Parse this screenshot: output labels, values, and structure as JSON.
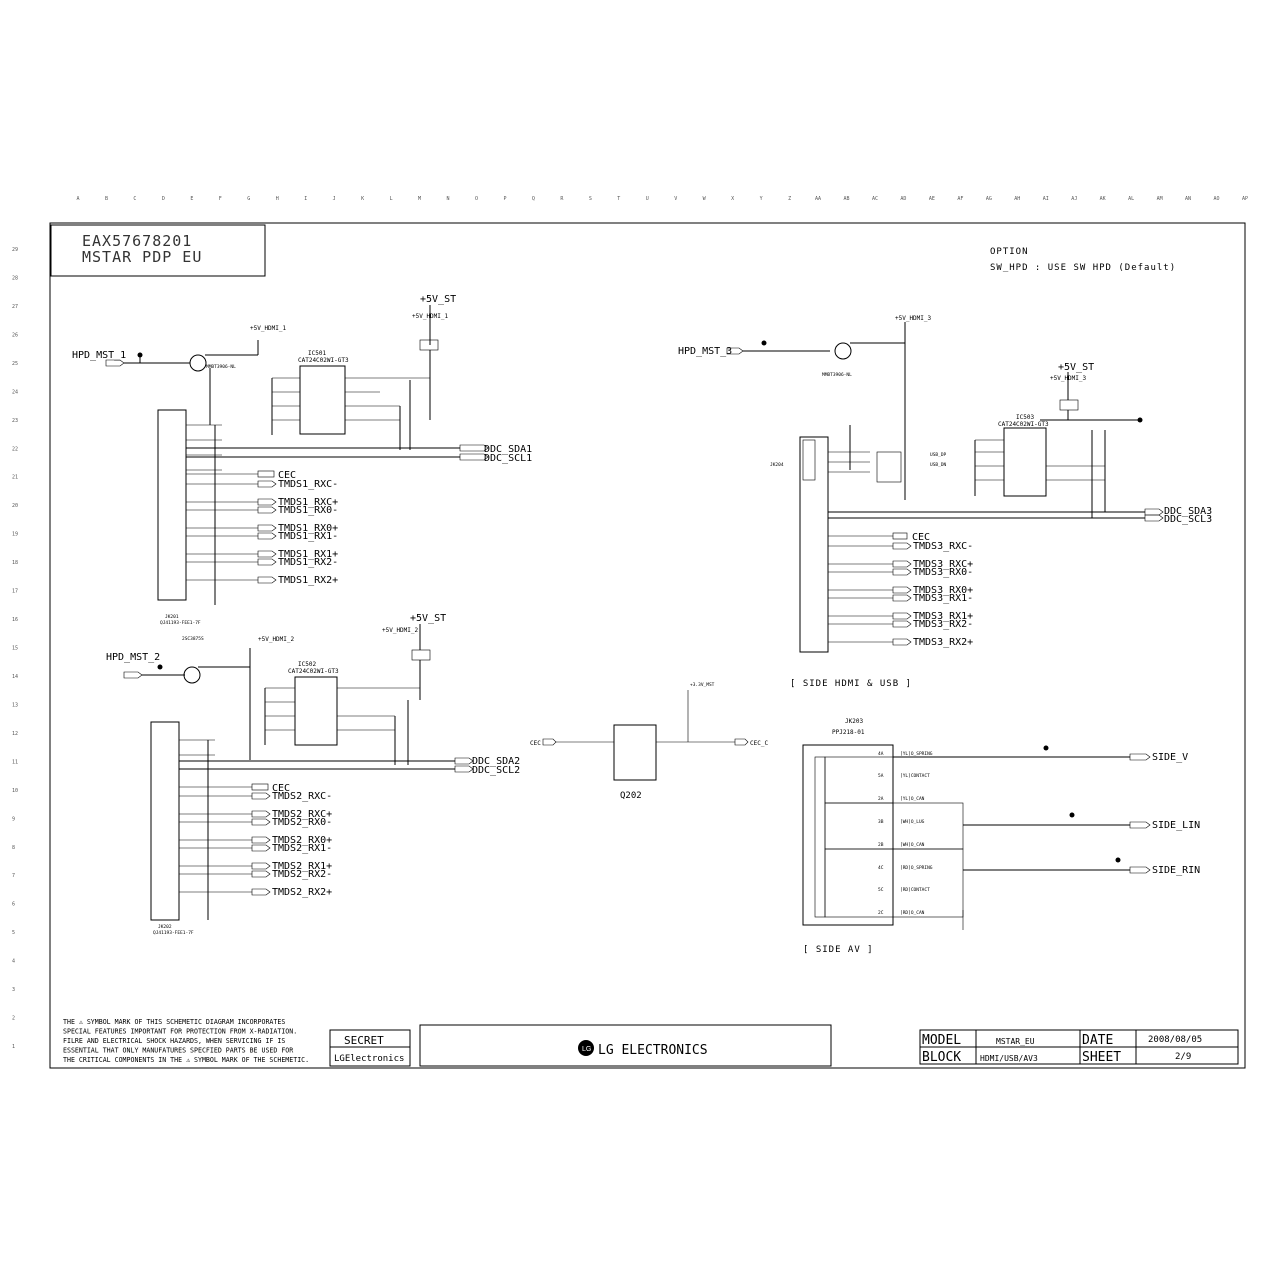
{
  "title_block": {
    "part_number": "EAX57678201",
    "project": "MSTAR PDP EU"
  },
  "option": {
    "heading": "OPTION",
    "text": "SW_HPD : USE SW HPD (Default)"
  },
  "grid": {
    "columns": [
      "A",
      "B",
      "C",
      "D",
      "E",
      "F",
      "G",
      "H",
      "I",
      "J",
      "K",
      "L",
      "M",
      "N",
      "O",
      "P",
      "Q",
      "R",
      "S",
      "T",
      "U",
      "V",
      "W",
      "X",
      "Y",
      "Z",
      "AA",
      "AB",
      "AC",
      "AD",
      "AE",
      "AF",
      "AG",
      "AH",
      "AI",
      "AJ",
      "AK",
      "AL",
      "AM",
      "AN",
      "AO",
      "AP"
    ],
    "rows": [
      "29",
      "28",
      "27",
      "26",
      "25",
      "24",
      "23",
      "22",
      "21",
      "20",
      "19",
      "18",
      "17",
      "16",
      "15",
      "14",
      "13",
      "12",
      "11",
      "10",
      "9",
      "8",
      "7",
      "6",
      "5",
      "4",
      "3",
      "2",
      "1"
    ]
  },
  "hdmi1": {
    "hpd": "HPD_MST_1",
    "supply": "+5V_ST",
    "supply_sub": "+5V_HDMI_1",
    "eeprom_ref": "IC501",
    "eeprom_part": "CAT24C02WI-GT3",
    "ddc_sda": "DDC_SDA1",
    "ddc_scl": "DDC_SCL1",
    "cec": "CEC",
    "tmds": [
      "TMDS1_RXC-",
      "TMDS1_RXC+",
      "TMDS1_RX0-",
      "TMDS1_RX0+",
      "TMDS1_RX1-",
      "TMDS1_RX1+",
      "TMDS1_RX2-",
      "TMDS1_RX2+"
    ],
    "connector_ref": "JK201",
    "connector_part": "QJ41193-FEE1-7F"
  },
  "hdmi2": {
    "hpd": "HPD_MST_2",
    "supply": "+5V_ST",
    "supply_sub": "+5V_HDMI_2",
    "eeprom_ref": "IC502",
    "eeprom_part": "CAT24C02WI-GT3",
    "ddc_sda": "DDC_SDA2",
    "ddc_scl": "DDC_SCL2",
    "cec": "CEC",
    "tmds": [
      "TMDS2_RXC-",
      "TMDS2_RXC+",
      "TMDS2_RX0-",
      "TMDS2_RX0+",
      "TMDS2_RX1-",
      "TMDS2_RX1+",
      "TMDS2_RX2-",
      "TMDS2_RX2+"
    ],
    "connector_ref": "JK202",
    "connector_part": "QJ41193-FEE1-7F"
  },
  "hdmi3": {
    "hpd": "HPD_MST_3",
    "supply": "+5V_ST",
    "supply_sub": "+5V_HDMI_3",
    "eeprom_ref": "IC503",
    "eeprom_part": "CAT24C02WI-GT3",
    "ddc_sda": "DDC_SDA3",
    "ddc_scl": "DDC_SCL3",
    "cec": "CEC",
    "tmds": [
      "TMDS3_RXC-",
      "TMDS3_RXC+",
      "TMDS3_RX0-",
      "TMDS3_RX0+",
      "TMDS3_RX1-",
      "TMDS3_RX1+",
      "TMDS3_RX2-",
      "TMDS3_RX2+"
    ],
    "connector_ref": "JK204",
    "section": "[ SIDE HDMI & USB ]"
  },
  "cec_block": {
    "in": "CEC",
    "out": "CEC_C",
    "supply": "+3.3V_MST",
    "ic_ref": "Q202"
  },
  "side_av": {
    "jack_ref": "JK203",
    "jack_part": "PPJ218-01",
    "pins": [
      {
        "num": "4A",
        "name": "[YL]O_SPRING"
      },
      {
        "num": "5A",
        "name": "[YL]CONTACT"
      },
      {
        "num": "2A",
        "name": "[YL]O_CAN"
      },
      {
        "num": "3B",
        "name": "[WH]O_LUG"
      },
      {
        "num": "2B",
        "name": "[WH]O_CAN"
      },
      {
        "num": "4C",
        "name": "[RD]O_SPRING"
      },
      {
        "num": "5C",
        "name": "[RD]CONTACT"
      },
      {
        "num": "2C",
        "name": "[RD]O_CAN"
      }
    ],
    "outputs": [
      "SIDE_V",
      "SIDE_LIN",
      "SIDE_RIN"
    ],
    "section": "[ SIDE AV ]"
  },
  "warning": {
    "lines": [
      "THE ⚠ SYMBOL MARK OF THIS SCHEMETIC DIAGRAM INCORPORATES",
      "SPECIAL FEATURES IMPORTANT FOR PROTECTION FROM X-RADIATION.",
      "FILRE AND ELECTRICAL SHOCK HAZARDS, WHEN SERVICING IF IS",
      "ESSENTIAL THAT ONLY MANUFATURES SPECFIED PARTS BE USED FOR",
      "THE CRITICAL COMPONENTS IN THE ⚠ SYMBOL MARK OF THE SCHEMETIC."
    ]
  },
  "secret": {
    "label": "SECRET",
    "company": "LGElectronics"
  },
  "logo": {
    "text": "LG ELECTRONICS"
  },
  "footer": {
    "model_label": "MODEL",
    "model_value": "MSTAR_EU",
    "date_label": "DATE",
    "date_value": "2008/08/05",
    "block_label": "BLOCK",
    "block_value": "HDMI/USB/AV3",
    "sheet_label": "SHEET",
    "sheet_value": "2/9"
  }
}
